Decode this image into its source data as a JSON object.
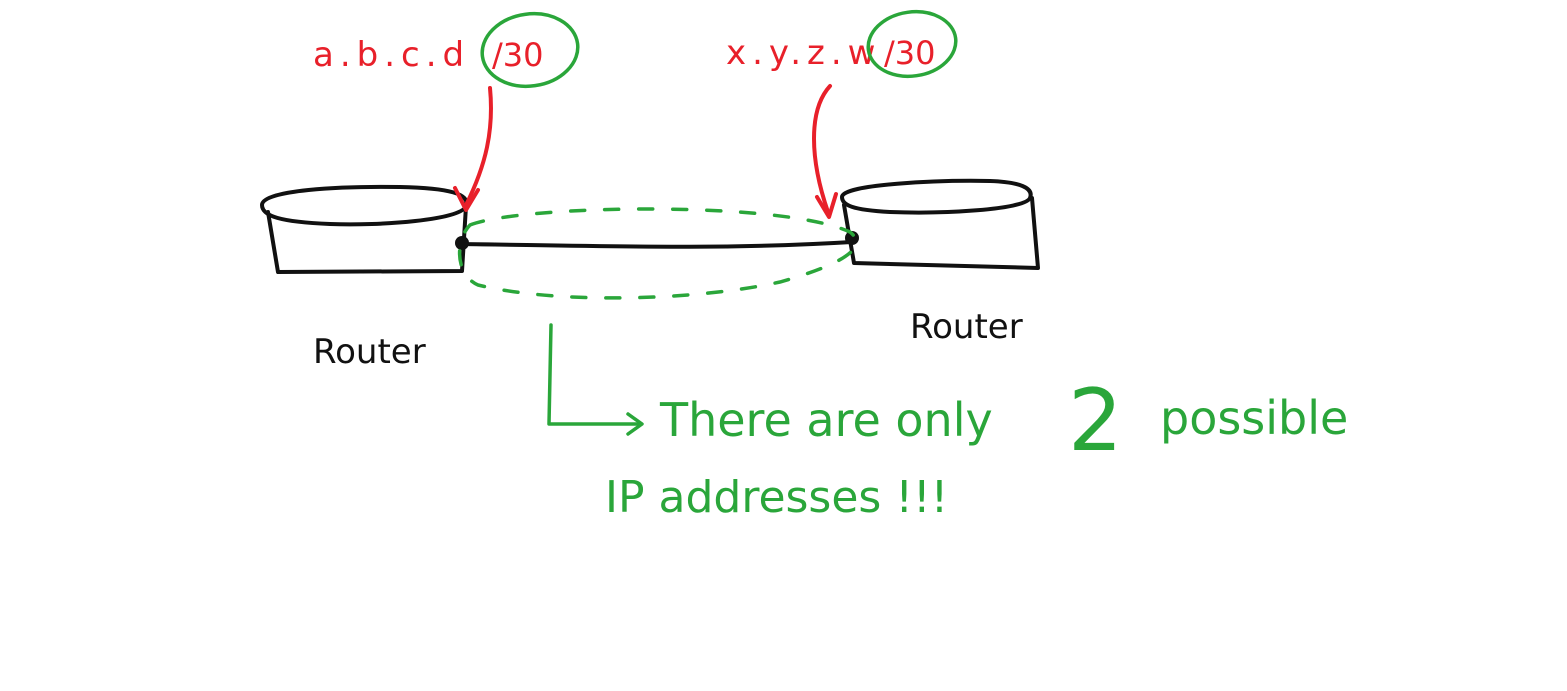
{
  "left_router": {
    "label": "Router",
    "ip": "a.b.c.d",
    "cidr": "/30"
  },
  "right_router": {
    "label": "Router",
    "ip": "x.y.z.w",
    "cidr": "/30"
  },
  "note": {
    "line1_start": "There are only",
    "line1_number": "2",
    "line1_end": "possible",
    "line2": "IP addresses !!!"
  },
  "colors": {
    "ink": "#111111",
    "address": "#e8202a",
    "annotation": "#2aa63a"
  }
}
